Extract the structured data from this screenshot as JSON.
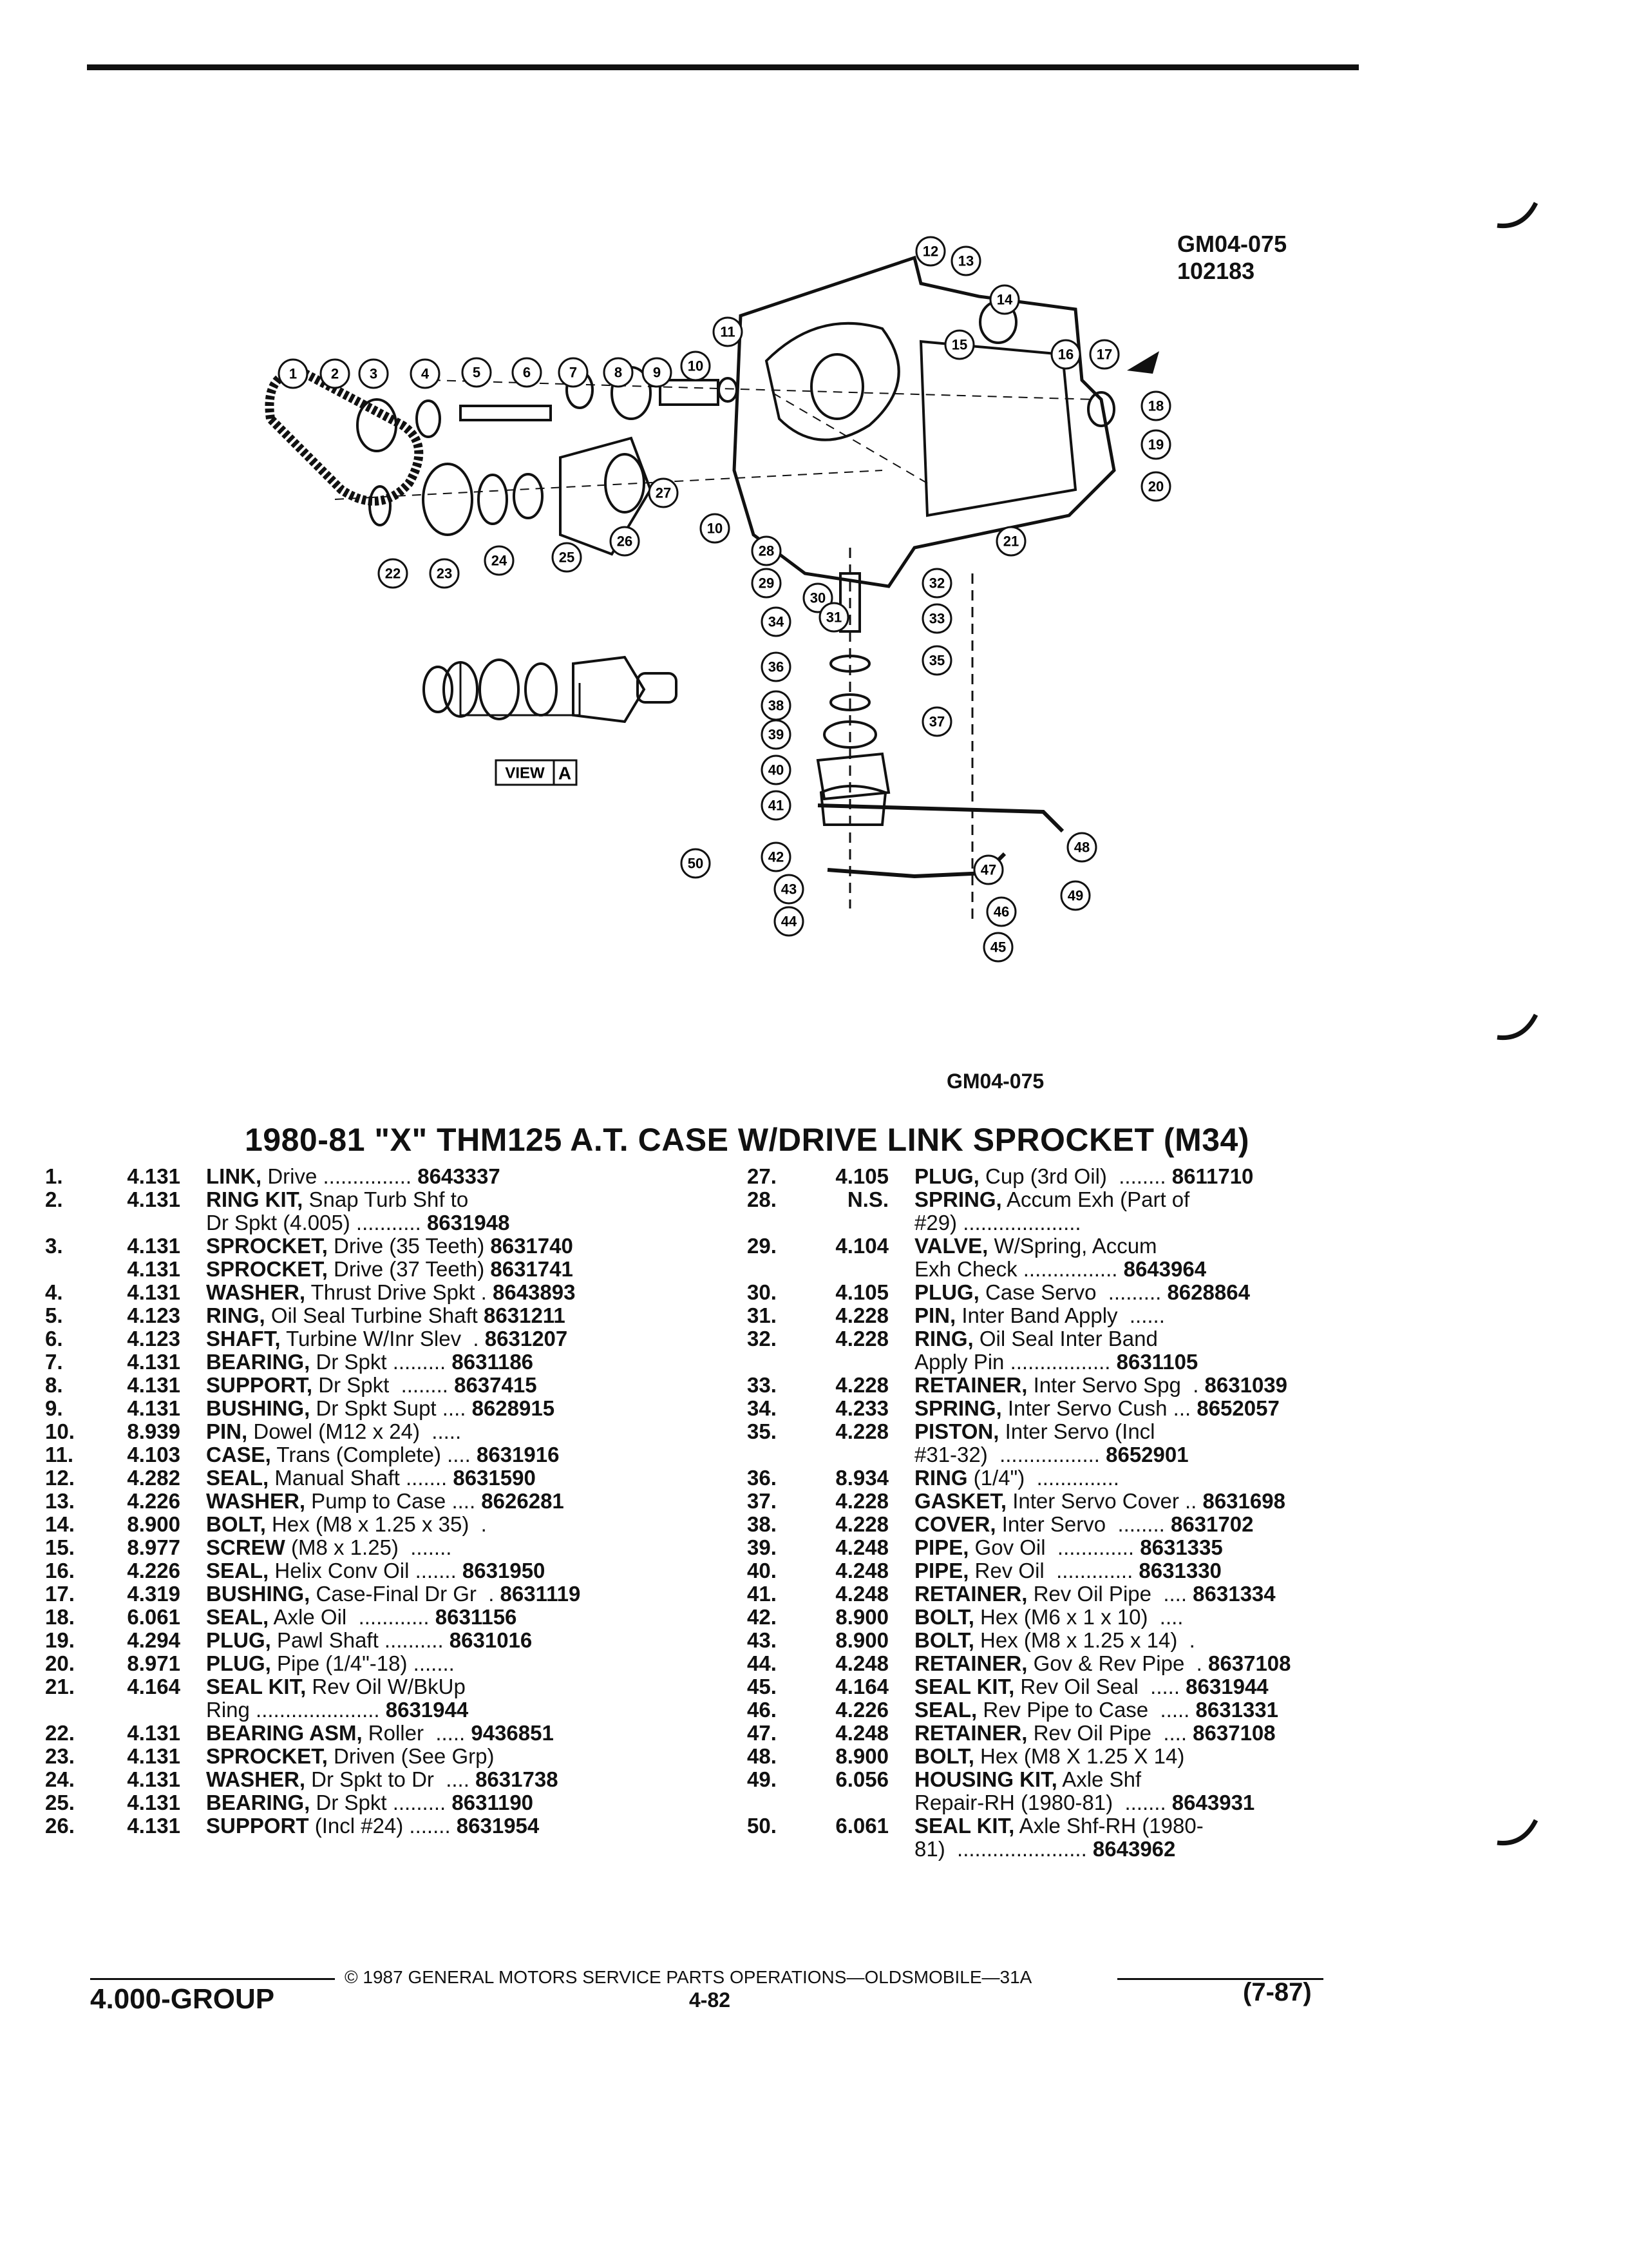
{
  "header": {
    "code_top": "GM04-075",
    "code_date": "102183",
    "code_bottom": "GM04-075"
  },
  "title": "1980-81 \"X\" THM125 A.T. CASE W/DRIVE LINK SPROCKET (M34)",
  "view_label": "VIEW",
  "view_letter": "A",
  "callouts": [
    "1",
    "2",
    "3",
    "4",
    "5",
    "6",
    "7",
    "8",
    "9",
    "10",
    "11",
    "12",
    "13",
    "14",
    "15",
    "16",
    "17",
    "18",
    "19",
    "20",
    "21",
    "22",
    "23",
    "24",
    "25",
    "26",
    "27",
    "10",
    "28",
    "29",
    "30",
    "31",
    "32",
    "33",
    "34",
    "35",
    "36",
    "37",
    "38",
    "39",
    "40",
    "41",
    "42",
    "43",
    "44",
    "45",
    "46",
    "47",
    "48",
    "49",
    "50"
  ],
  "parts_left": [
    {
      "num": "1.",
      "grp": "4.131",
      "name": "LINK,",
      "rest": " Drive ...............",
      "pn": "8643337"
    },
    {
      "num": "2.",
      "grp": "4.131",
      "name": "RING KIT,",
      "rest": " Snap Turb Shf to\nDr Spkt (4.005) ...........",
      "pn": "8631948"
    },
    {
      "num": "3.",
      "grp": "4.131",
      "name": "SPROCKET,",
      "rest": " Drive (35 Teeth)",
      "pn": "8631740"
    },
    {
      "num": "",
      "grp": "4.131",
      "name": "SPROCKET,",
      "rest": " Drive (37 Teeth)",
      "pn": "8631741"
    },
    {
      "num": "4.",
      "grp": "4.131",
      "name": "WASHER,",
      "rest": " Thrust Drive Spkt .",
      "pn": "8643893"
    },
    {
      "num": "5.",
      "grp": "4.123",
      "name": "RING,",
      "rest": " Oil Seal Turbine Shaft",
      "pn": "8631211"
    },
    {
      "num": "6.",
      "grp": "4.123",
      "name": "SHAFT,",
      "rest": " Turbine W/Inr Slev  .",
      "pn": "8631207"
    },
    {
      "num": "7.",
      "grp": "4.131",
      "name": "BEARING,",
      "rest": " Dr Spkt .........",
      "pn": "8631186"
    },
    {
      "num": "8.",
      "grp": "4.131",
      "name": "SUPPORT,",
      "rest": " Dr Spkt  ........",
      "pn": "8637415"
    },
    {
      "num": "9.",
      "grp": "4.131",
      "name": "BUSHING,",
      "rest": " Dr Spkt Supt ....",
      "pn": "8628915"
    },
    {
      "num": "10.",
      "grp": "8.939",
      "name": "PIN,",
      "rest": " Dowel (M12 x 24)  .....",
      "pn": ""
    },
    {
      "num": "11.",
      "grp": "4.103",
      "name": "CASE,",
      "rest": " Trans (Complete) ....",
      "pn": "8631916"
    },
    {
      "num": "12.",
      "grp": "4.282",
      "name": "SEAL,",
      "rest": " Manual Shaft .......",
      "pn": "8631590"
    },
    {
      "num": "13.",
      "grp": "4.226",
      "name": "WASHER,",
      "rest": " Pump to Case ....",
      "pn": "8626281"
    },
    {
      "num": "14.",
      "grp": "8.900",
      "name": "BOLT,",
      "rest": " Hex (M8 x 1.25 x 35)  .",
      "pn": ""
    },
    {
      "num": "15.",
      "grp": "8.977",
      "name": "SCREW",
      "rest": " (M8 x 1.25)  .......",
      "pn": ""
    },
    {
      "num": "16.",
      "grp": "4.226",
      "name": "SEAL,",
      "rest": " Helix Conv Oil .......",
      "pn": "8631950"
    },
    {
      "num": "17.",
      "grp": "4.319",
      "name": "BUSHING,",
      "rest": " Case-Final Dr Gr  .",
      "pn": "8631119"
    },
    {
      "num": "18.",
      "grp": "6.061",
      "name": "SEAL,",
      "rest": " Axle Oil  ............",
      "pn": "8631156"
    },
    {
      "num": "19.",
      "grp": "4.294",
      "name": "PLUG,",
      "rest": " Pawl Shaft ..........",
      "pn": "8631016"
    },
    {
      "num": "20.",
      "grp": "8.971",
      "name": "PLUG,",
      "rest": " Pipe (1/4\"-18) .......",
      "pn": ""
    },
    {
      "num": "21.",
      "grp": "4.164",
      "name": "SEAL KIT,",
      "rest": " Rev Oil W/BkUp\nRing .....................",
      "pn": "8631944"
    },
    {
      "num": "22.",
      "grp": "4.131",
      "name": "BEARING ASM,",
      "rest": " Roller  .....",
      "pn": "9436851"
    },
    {
      "num": "23.",
      "grp": "4.131",
      "name": "SPROCKET,",
      "rest": " Driven (See Grp)",
      "pn": ""
    },
    {
      "num": "24.",
      "grp": "4.131",
      "name": "WASHER,",
      "rest": " Dr Spkt to Dr  ....",
      "pn": "8631738"
    },
    {
      "num": "25.",
      "grp": "4.131",
      "name": "BEARING,",
      "rest": " Dr Spkt .........",
      "pn": "8631190"
    },
    {
      "num": "26.",
      "grp": "4.131",
      "name": "SUPPORT",
      "rest": " (Incl #24) .......",
      "pn": "8631954"
    }
  ],
  "parts_right": [
    {
      "num": "27.",
      "grp": "4.105",
      "name": "PLUG,",
      "rest": " Cup (3rd Oil)  ........",
      "pn": "8611710"
    },
    {
      "num": "28.",
      "grp": "N.S.",
      "name": "SPRING,",
      "rest": " Accum Exh (Part of\n#29) ....................",
      "pn": ""
    },
    {
      "num": "29.",
      "grp": "4.104",
      "name": "VALVE,",
      "rest": " W/Spring, Accum\nExh Check ................",
      "pn": "8643964"
    },
    {
      "num": "30.",
      "grp": "4.105",
      "name": "PLUG,",
      "rest": " Case Servo  .........",
      "pn": "8628864"
    },
    {
      "num": "31.",
      "grp": "4.228",
      "name": "PIN,",
      "rest": " Inter Band Apply  ......",
      "pn": ""
    },
    {
      "num": "32.",
      "grp": "4.228",
      "name": "RING,",
      "rest": " Oil Seal Inter Band\nApply Pin .................",
      "pn": "8631105"
    },
    {
      "num": "33.",
      "grp": "4.228",
      "name": "RETAINER,",
      "rest": " Inter Servo Spg  .",
      "pn": "8631039"
    },
    {
      "num": "34.",
      "grp": "4.233",
      "name": "SPRING,",
      "rest": " Inter Servo Cush ...",
      "pn": "8652057"
    },
    {
      "num": "35.",
      "grp": "4.228",
      "name": "PISTON,",
      "rest": " Inter Servo (Incl\n#31-32)  .................",
      "pn": "8652901"
    },
    {
      "num": "36.",
      "grp": "8.934",
      "name": "RING",
      "rest": " (1/4\")  ..............",
      "pn": ""
    },
    {
      "num": "37.",
      "grp": "4.228",
      "name": "GASKET,",
      "rest": " Inter Servo Cover ..",
      "pn": "8631698"
    },
    {
      "num": "38.",
      "grp": "4.228",
      "name": "COVER,",
      "rest": " Inter Servo  ........",
      "pn": "8631702"
    },
    {
      "num": "39.",
      "grp": "4.248",
      "name": "PIPE,",
      "rest": " Gov Oil  .............",
      "pn": "8631335"
    },
    {
      "num": "40.",
      "grp": "4.248",
      "name": "PIPE,",
      "rest": " Rev Oil  .............",
      "pn": "8631330"
    },
    {
      "num": "41.",
      "grp": "4.248",
      "name": "RETAINER,",
      "rest": " Rev Oil Pipe  ....",
      "pn": "8631334"
    },
    {
      "num": "42.",
      "grp": "8.900",
      "name": "BOLT,",
      "rest": " Hex (M6 x 1 x 10)  ....",
      "pn": ""
    },
    {
      "num": "43.",
      "grp": "8.900",
      "name": "BOLT,",
      "rest": " Hex (M8 x 1.25 x 14)  .",
      "pn": ""
    },
    {
      "num": "44.",
      "grp": "4.248",
      "name": "RETAINER,",
      "rest": " Gov & Rev Pipe  .",
      "pn": "8637108"
    },
    {
      "num": "45.",
      "grp": "4.164",
      "name": "SEAL KIT,",
      "rest": " Rev Oil Seal  .....",
      "pn": "8631944"
    },
    {
      "num": "46.",
      "grp": "4.226",
      "name": "SEAL,",
      "rest": " Rev Pipe to Case  .....",
      "pn": "8631331"
    },
    {
      "num": "47.",
      "grp": "4.248",
      "name": "RETAINER,",
      "rest": " Rev Oil Pipe  ....",
      "pn": "8637108"
    },
    {
      "num": "48.",
      "grp": "8.900",
      "name": "BOLT,",
      "rest": " Hex (M8 X 1.25 X 14)",
      "pn": ""
    },
    {
      "num": "49.",
      "grp": "6.056",
      "name": "HOUSING KIT,",
      "rest": " Axle Shf\nRepair-RH (1980-81)  .......",
      "pn": "8643931"
    },
    {
      "num": "50.",
      "grp": "6.061",
      "name": "SEAL KIT,",
      "rest": " Axle Shf-RH (1980-\n81)  ......................",
      "pn": "8643962"
    }
  ],
  "footer": {
    "copyright": "© 1987 GENERAL MOTORS SERVICE PARTS OPERATIONS—OLDSMOBILE—31A",
    "group": "4.000-GROUP",
    "page": "4-82",
    "date": "(7-87)"
  }
}
